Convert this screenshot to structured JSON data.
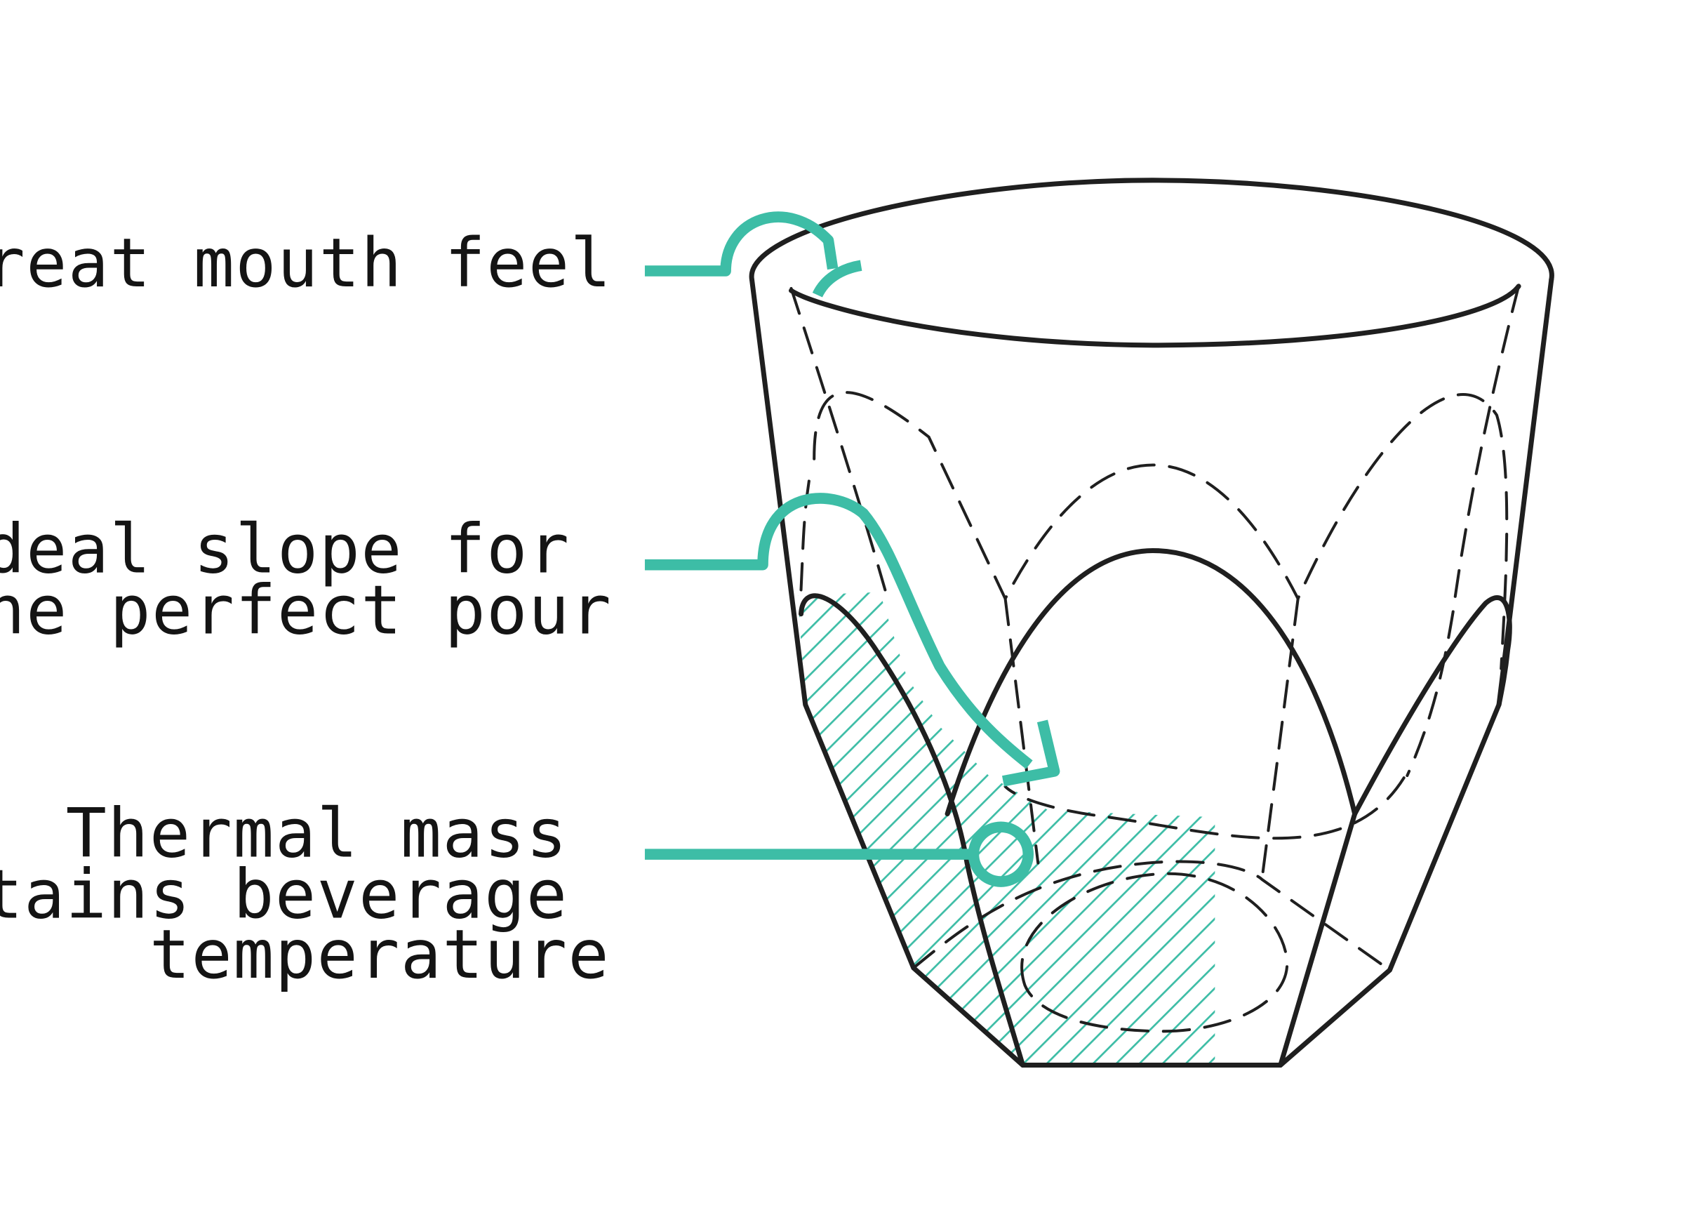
{
  "callouts": [
    {
      "id": "mouth-feel",
      "lines": [
        "Great mouth feel"
      ]
    },
    {
      "id": "slope",
      "lines": [
        "Ideal slope for",
        "the perfect pour"
      ]
    },
    {
      "id": "thermal-mass",
      "lines": [
        "Thermal mass",
        "maintains beverage",
        "temperature"
      ]
    }
  ],
  "colors": {
    "accent": "#3dbda6",
    "outline": "#1f1f1f",
    "text": "#141414",
    "background": "#ffffff"
  }
}
